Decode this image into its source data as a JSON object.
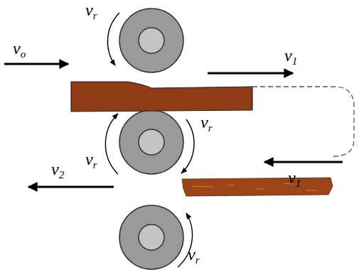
{
  "diagram": {
    "labels": [
      "vr",
      "vo",
      "v1",
      "vr",
      "v1",
      "vr",
      "v2",
      "vr"
    ]
  }
}
